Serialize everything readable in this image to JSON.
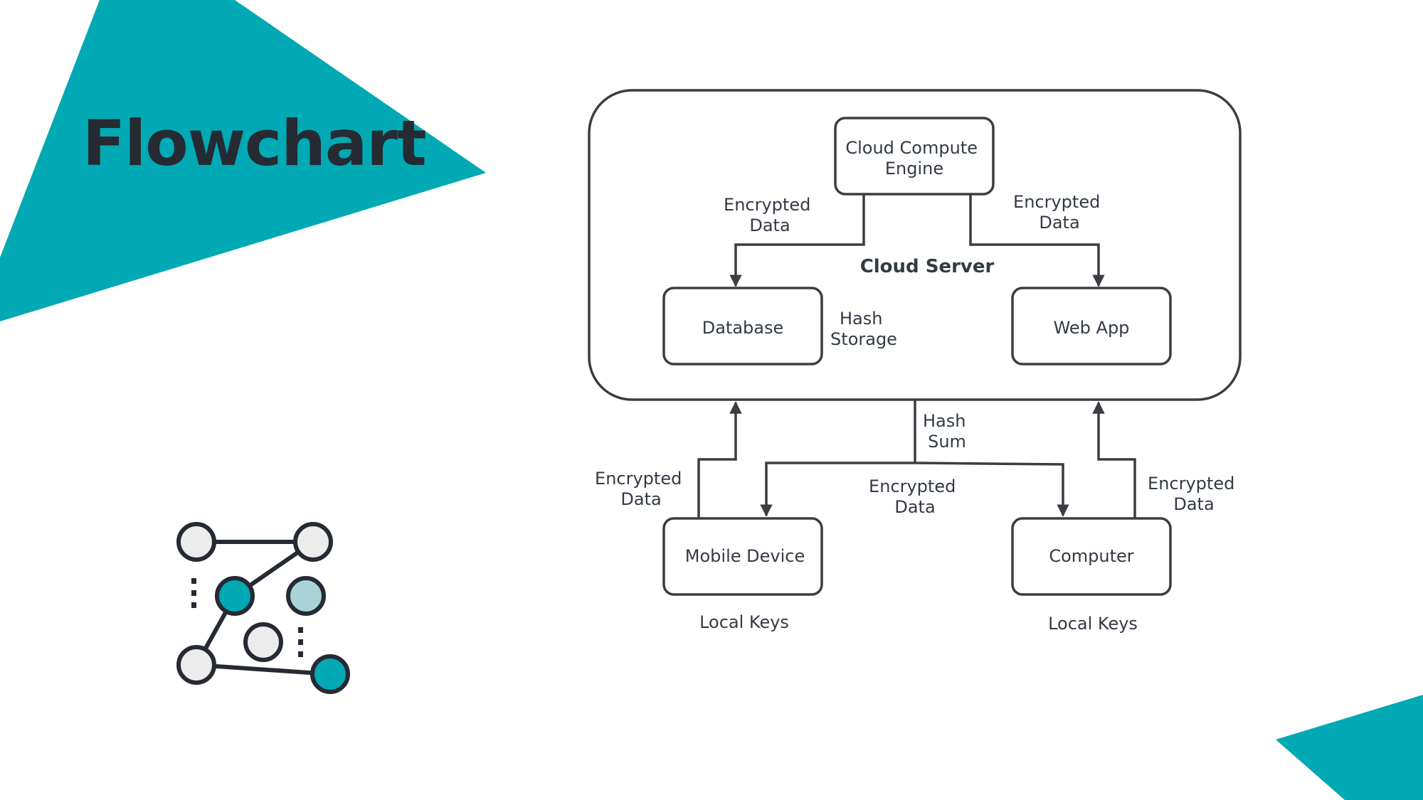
{
  "slide": {
    "title": "Flowchart",
    "accent_color": "#00a9b3",
    "icon": "flowchart-network-icon"
  },
  "diagram": {
    "container_label": "Cloud Server",
    "nodes": {
      "cloud_compute_engine": [
        "Cloud Compute",
        "Engine"
      ],
      "database": "Database",
      "web_app": "Web App",
      "mobile_device": "Mobile Device",
      "computer": "Computer"
    },
    "edge_labels": {
      "engine_to_database": [
        "Encrypted",
        "Data"
      ],
      "engine_to_web_app": [
        "Encrypted",
        "Data"
      ],
      "hash_storage": [
        "Hash",
        "Storage"
      ],
      "hash_sum": [
        "Hash",
        "Sum"
      ],
      "server_to_devices": [
        "Encrypted",
        "Data"
      ],
      "mobile_to_server": [
        "Encrypted",
        "Data"
      ],
      "computer_to_server": [
        "Encrypted",
        "Data"
      ]
    },
    "notes": {
      "mobile_local_keys": "Local Keys",
      "computer_local_keys": "Local Keys"
    }
  }
}
